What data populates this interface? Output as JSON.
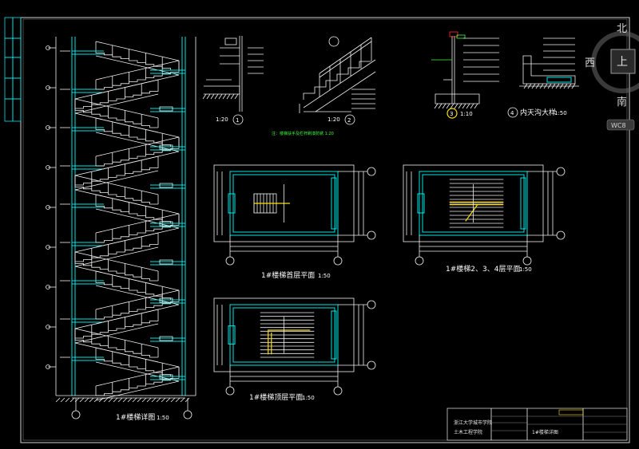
{
  "views": {
    "section": {
      "title": "1#楼梯详图",
      "scale": "1:50"
    },
    "first_floor_plan": {
      "title": "1#楼梯首层平面",
      "scale": "1:50"
    },
    "typical_plan": {
      "title": "1#楼梯2、3、4层平面",
      "scale": "1:50"
    },
    "top_plan": {
      "title": "1#楼梯顶层平面",
      "scale": "1:50"
    },
    "detail1": {
      "scale": "1:20",
      "num": "1"
    },
    "detail2": {
      "scale": "1:20",
      "num": "2"
    },
    "detail3": {
      "scale": "1:10",
      "num": "3"
    },
    "detail4": {
      "title": "内天沟大样",
      "scale": "1:50",
      "num": "4"
    }
  },
  "note": "注：楼梯扶手及栏杆刷漆防锈 1:20",
  "title_block": {
    "school": "浙江大学城市学院",
    "dept": "土木工程学院",
    "drawing": "1#楼梯详图"
  },
  "overlay": {
    "north": "北",
    "west": "西",
    "south": "南",
    "center": "上",
    "badge": "WC8"
  },
  "colors": {
    "bg": "#000000",
    "cyan": "#00e5e5",
    "white": "#f2f2f2",
    "yellow": "#ffe000",
    "green": "#3cff3c"
  }
}
